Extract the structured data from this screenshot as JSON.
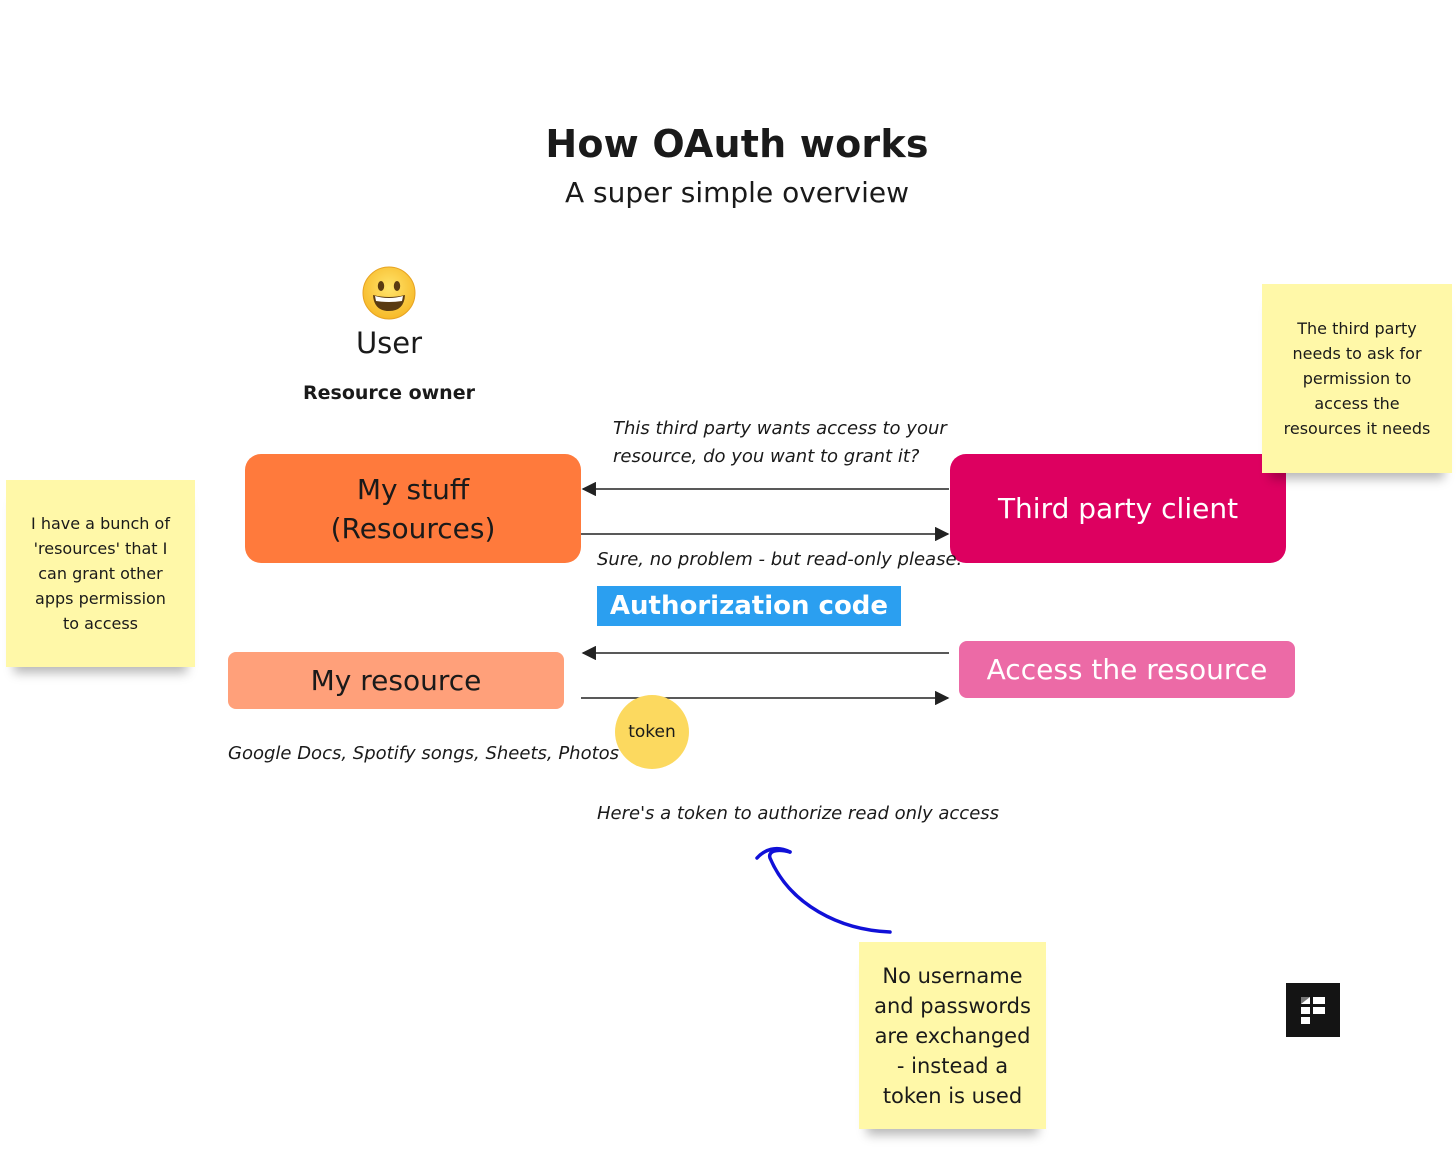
{
  "diagram": {
    "title": "How OAuth works",
    "subtitle": "A super simple overview"
  },
  "user": {
    "emoji": "😀",
    "label": "User",
    "role": "Resource owner"
  },
  "boxes": {
    "my_stuff": "My stuff\n(Resources)",
    "third_party": "Third party client",
    "my_resource": "My resource",
    "access_resource": "Access the resource",
    "colors": {
      "my_stuff": "#ff7a3c",
      "third_party": "#dd0060",
      "my_resource": "#ffa07a",
      "access_resource": "#ec6aa6"
    }
  },
  "messages": {
    "request": "This third party wants access to your resource, do you want to grant it?",
    "reply": "Sure, no problem - but read-only please.",
    "auth_code": "Authorization code",
    "token_label": "token",
    "token_message": "Here's a token to authorize read only access",
    "examples": "Google Docs, Spotify songs, Sheets, Photos"
  },
  "notes": {
    "left": "I have a bunch of\n'resources' that I\ncan grant other\napps permission\nto access",
    "right": "The third party\nneeds to ask for\npermission to\naccess the\nresources it needs",
    "bottom": "No username\nand passwords\nare exchanged\n- instead a\ntoken is used",
    "color": "#fff8a8"
  },
  "icons": {
    "user": "grinning-face-icon",
    "logo": "app-logo-icon"
  }
}
